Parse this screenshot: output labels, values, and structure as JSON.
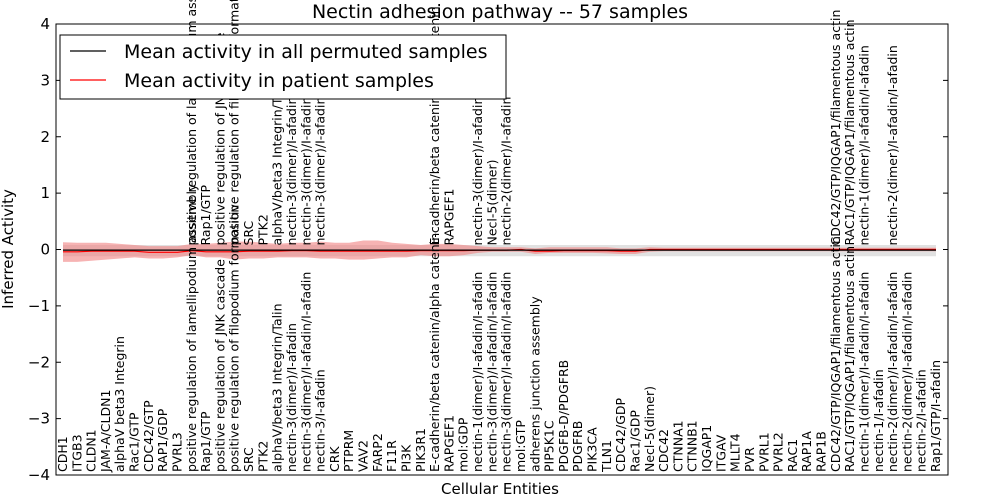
{
  "chart_data": {
    "type": "line",
    "title": "Nectin adhesion pathway -- 57 samples",
    "xlabel": "Cellular Entities",
    "ylabel": "Inferred Activity",
    "ylim": [
      -4,
      4
    ],
    "yticks": [
      "4",
      "3",
      "2",
      "1",
      "0",
      "−1",
      "−2",
      "−3",
      "−4"
    ],
    "ytick_values": [
      4,
      3,
      2,
      1,
      0,
      -1,
      -2,
      -3,
      -4
    ],
    "grid": false,
    "legend_position": "top-left",
    "categories": [
      "CDH1",
      "ITGB3",
      "CLDN1",
      "JAM-A/CLDN1",
      "alphaV beta3 Integrin",
      "Rac1/GTP",
      "CDC42/GTP",
      "RAP1/GDP",
      "PVRL3",
      "positive regulation of lamellipodium assembly",
      "Rap1/GTP",
      "positive regulation of JNK cascade",
      "positive regulation of filopodium formation",
      "SRC",
      "PTK2",
      "alphaV/beta3 Integrin/Talin",
      "nectin-3(dimer)/I-afadin",
      "nectin-3(dimer)/I-afadin/I-afadin",
      "nectin-3/I-afadin",
      "CRK",
      "PTPRM",
      "VAV2",
      "FARP2",
      "F11R",
      "PI3K",
      "PIK3R1",
      "E-cadherin/beta catenin/alpha catenin",
      "RAPGEF1",
      "mol:GDP",
      "nectin-1(dimer)/I-afadin/I-afadin",
      "nectin-3(dimer)/I-afadin/I-afadin",
      "nectin-3(dimer)/I-afadin/I-afadin",
      "mol:GTP",
      "adherens junction assembly",
      "PIP5K1C",
      "PDGFB-D/PDGFRB",
      "PDGFRB",
      "PIK3CA",
      "TLN1",
      "CDC42/GDP",
      "Rac1/GDP",
      "Necl-5(dimer)",
      "CDC42",
      "CTNNA1",
      "CTNNB1",
      "IQGAP1",
      "ITGAV",
      "MLLT4",
      "PVR",
      "PVRL1",
      "PVRL2",
      "RAC1",
      "RAP1A",
      "RAP1B",
      "CDC42/GTP/IQGAP1/filamentous actin",
      "RAC1/GTP/IQGAP1/filamentous actin",
      "nectin-1(dimer)/I-afadin/I-afadin",
      "nectin-1/I-afadin",
      "nectin-2(dimer)/I-afadin/I-afadin",
      "nectin-2(dimer)/I-afadin/I-afadin",
      "nectin-2/I-afadin",
      "Rap1/GTP/I-afadin"
    ],
    "upper_labels": [
      {
        "index": 9,
        "text": "positive regulation of lamellipodium assembly"
      },
      {
        "index": 10,
        "text": "Rap1/GTP"
      },
      {
        "index": 11,
        "text": "positive regulation of JNK cascade"
      },
      {
        "index": 12,
        "text": "positive regulation of filopodium formation"
      },
      {
        "index": 13,
        "text": "SRC"
      },
      {
        "index": 14,
        "text": "PTK2"
      },
      {
        "index": 15,
        "text": "alphaV/beta3 Integrin/Talin"
      },
      {
        "index": 16,
        "text": "nectin-3(dimer)/I-afadin"
      },
      {
        "index": 17,
        "text": "nectin-3(dimer)/I-afadin/I-afadin"
      },
      {
        "index": 18,
        "text": "nectin-3(dimer)/I-afadin"
      },
      {
        "index": 26,
        "text": "E-cadherin/beta catenin/alpha catenin"
      },
      {
        "index": 27,
        "text": "RAPGEF1"
      },
      {
        "index": 29,
        "text": "nectin-3(dimer)/I-afadin"
      },
      {
        "index": 30,
        "text": "Necl-5(dimer)"
      },
      {
        "index": 31,
        "text": "nectin-2(dimer)/I-afadin"
      },
      {
        "index": 54,
        "text": "CDC42/GTP/IQGAP1/filamentous actin"
      },
      {
        "index": 55,
        "text": "RAC1/GTP/IQGAP1/filamentous actin"
      },
      {
        "index": 56,
        "text": "nectin-1(dimer)/I-afadin/I-afadin"
      },
      {
        "index": 58,
        "text": "nectin-2(dimer)/I-afadin/I-afadin"
      }
    ],
    "series": [
      {
        "name": "Mean activity in all permuted samples",
        "color": "#000000",
        "values": [
          -0.01,
          -0.01,
          -0.01,
          -0.01,
          -0.01,
          -0.01,
          -0.01,
          -0.01,
          -0.01,
          -0.01,
          -0.01,
          -0.01,
          -0.01,
          -0.01,
          -0.01,
          -0.01,
          -0.01,
          -0.01,
          -0.01,
          -0.01,
          -0.01,
          -0.01,
          -0.01,
          -0.01,
          -0.01,
          -0.01,
          -0.01,
          -0.01,
          -0.01,
          -0.01,
          -0.01,
          -0.01,
          -0.01,
          -0.01,
          -0.01,
          -0.01,
          -0.01,
          -0.01,
          -0.01,
          -0.01,
          -0.01,
          -0.01,
          -0.01,
          -0.01,
          -0.01,
          -0.01,
          -0.01,
          -0.01,
          -0.01,
          -0.01,
          -0.01,
          -0.01,
          -0.01,
          -0.01,
          -0.01,
          -0.01,
          -0.01,
          -0.01,
          -0.01,
          -0.01,
          -0.01,
          -0.01
        ],
        "band_low": [
          -0.12,
          -0.12,
          -0.12,
          -0.12,
          -0.12,
          -0.12,
          -0.12,
          -0.12,
          -0.12,
          -0.12,
          -0.12,
          -0.12,
          -0.12,
          -0.12,
          -0.12,
          -0.12,
          -0.12,
          -0.12,
          -0.12,
          -0.12,
          -0.12,
          -0.12,
          -0.12,
          -0.12,
          -0.12,
          -0.12,
          -0.12,
          -0.12,
          -0.12,
          -0.12,
          -0.12,
          -0.12,
          -0.12,
          -0.12,
          -0.12,
          -0.12,
          -0.12,
          -0.12,
          -0.12,
          -0.12,
          -0.12,
          -0.12,
          -0.12,
          -0.12,
          -0.12,
          -0.12,
          -0.12,
          -0.12,
          -0.12,
          -0.12,
          -0.12,
          -0.12,
          -0.12,
          -0.12,
          -0.12,
          -0.12,
          -0.12,
          -0.12,
          -0.12,
          -0.12,
          -0.12,
          -0.12
        ],
        "band_high": [
          0.08,
          0.08,
          0.08,
          0.08,
          0.08,
          0.08,
          0.08,
          0.08,
          0.08,
          0.08,
          0.08,
          0.08,
          0.08,
          0.08,
          0.08,
          0.08,
          0.08,
          0.08,
          0.08,
          0.08,
          0.08,
          0.08,
          0.08,
          0.08,
          0.08,
          0.08,
          0.08,
          0.08,
          0.08,
          0.08,
          0.08,
          0.08,
          0.08,
          0.08,
          0.08,
          0.08,
          0.08,
          0.08,
          0.08,
          0.08,
          0.08,
          0.08,
          0.08,
          0.08,
          0.08,
          0.08,
          0.08,
          0.08,
          0.08,
          0.08,
          0.08,
          0.08,
          0.08,
          0.08,
          0.08,
          0.08,
          0.08,
          0.08,
          0.08,
          0.08,
          0.08,
          0.08
        ]
      },
      {
        "name": "Mean activity in patient samples",
        "color": "#ff0000",
        "values": [
          -0.04,
          -0.04,
          -0.03,
          -0.03,
          -0.03,
          -0.03,
          -0.05,
          -0.05,
          -0.05,
          -0.02,
          -0.04,
          -0.04,
          -0.04,
          -0.03,
          -0.03,
          -0.03,
          -0.02,
          -0.02,
          -0.03,
          -0.03,
          -0.03,
          -0.03,
          -0.03,
          -0.03,
          -0.03,
          -0.02,
          -0.02,
          -0.02,
          -0.02,
          -0.01,
          -0.01,
          -0.01,
          0.0,
          -0.03,
          -0.03,
          -0.02,
          -0.02,
          -0.02,
          -0.02,
          -0.03,
          -0.03,
          0.0,
          0.0,
          0.0,
          0.0,
          0.0,
          0.0,
          0.0,
          0.0,
          0.0,
          0.0,
          0.0,
          0.0,
          0.0,
          0.0,
          0.0,
          0.0,
          0.0,
          0.0,
          0.0,
          0.0,
          0.0
        ],
        "band_low": [
          -0.22,
          -0.22,
          -0.2,
          -0.18,
          -0.16,
          -0.14,
          -0.16,
          -0.16,
          -0.14,
          -0.1,
          -0.14,
          -0.14,
          -0.18,
          -0.16,
          -0.16,
          -0.14,
          -0.14,
          -0.14,
          -0.16,
          -0.16,
          -0.18,
          -0.18,
          -0.16,
          -0.14,
          -0.14,
          -0.1,
          -0.12,
          -0.12,
          -0.1,
          -0.06,
          -0.04,
          -0.04,
          -0.04,
          -0.08,
          -0.06,
          -0.06,
          -0.06,
          -0.06,
          -0.07,
          -0.08,
          -0.08,
          -0.04,
          -0.03,
          -0.03,
          -0.03,
          -0.03,
          -0.03,
          -0.03,
          -0.03,
          -0.03,
          -0.03,
          -0.03,
          -0.03,
          -0.03,
          -0.03,
          -0.03,
          -0.03,
          -0.03,
          -0.03,
          -0.03,
          -0.03,
          -0.03
        ],
        "band_high": [
          0.13,
          0.12,
          0.12,
          0.12,
          0.1,
          0.08,
          0.06,
          0.06,
          0.06,
          0.1,
          0.1,
          0.12,
          0.14,
          0.14,
          0.12,
          0.1,
          0.12,
          0.12,
          0.14,
          0.12,
          0.12,
          0.16,
          0.16,
          0.12,
          0.1,
          0.08,
          0.1,
          0.1,
          0.08,
          0.06,
          0.04,
          0.04,
          0.04,
          0.02,
          0.04,
          0.04,
          0.04,
          0.04,
          0.04,
          0.02,
          0.02,
          0.04,
          0.03,
          0.03,
          0.03,
          0.03,
          0.03,
          0.03,
          0.03,
          0.03,
          0.03,
          0.03,
          0.03,
          0.03,
          0.03,
          0.03,
          0.03,
          0.03,
          0.03,
          0.03,
          0.03,
          0.03
        ]
      }
    ]
  }
}
